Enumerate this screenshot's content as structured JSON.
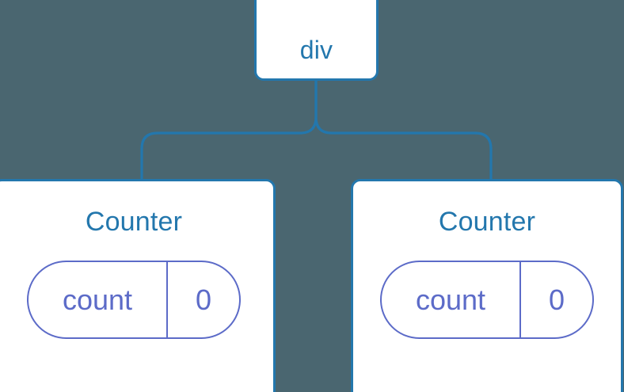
{
  "diagram": {
    "type": "component-tree",
    "background_color": "#4a6670",
    "node_border_color": "#2377ad",
    "node_fill_color": "#ffffff",
    "edge_color": "#2377ad",
    "state_color": "#5c6bc8",
    "root": {
      "label": "div"
    },
    "children": [
      {
        "label": "Counter",
        "state": {
          "key": "count",
          "value": "0"
        }
      },
      {
        "label": "Counter",
        "state": {
          "key": "count",
          "value": "0"
        }
      }
    ],
    "edges": [
      {
        "from": "div",
        "to": "Counter-left"
      },
      {
        "from": "div",
        "to": "Counter-right"
      }
    ]
  }
}
